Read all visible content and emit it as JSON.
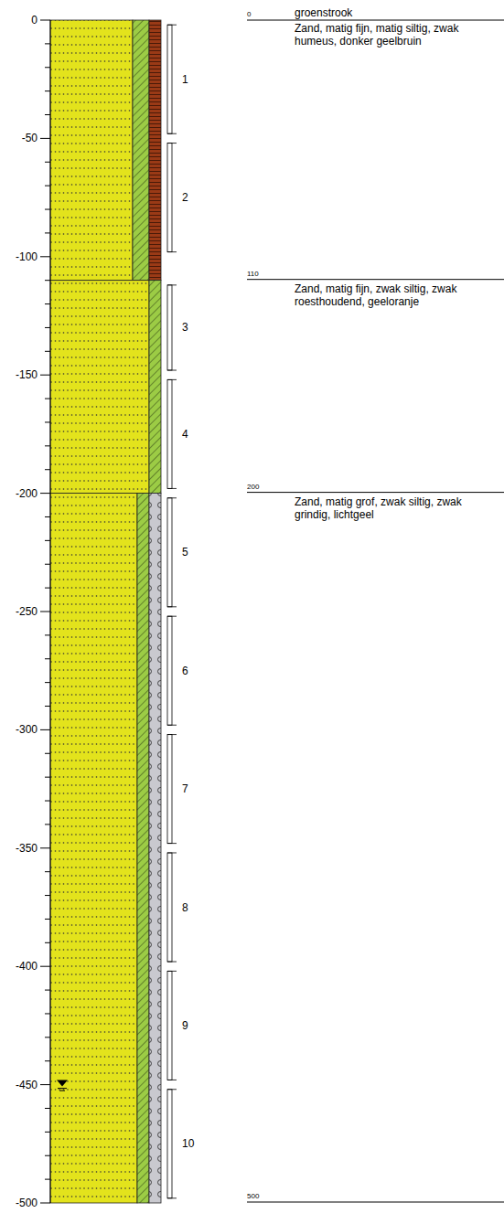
{
  "diagram": {
    "labels": [
      "0",
      "-50",
      "-100",
      "-150",
      "-200",
      "-250",
      "-300",
      "-350",
      "-400",
      "-450",
      "-500",
      "1",
      "2",
      "3",
      "4",
      "5",
      "6",
      "7",
      "8",
      "9",
      "10",
      "0",
      "groenstrook",
      "Zand, matig fijn, matig siltig, zwak humeus, donker geelbruin",
      "110",
      "Zand, matig fijn, zwak siltig, zwak roesthoudend, geeloranje",
      "200",
      "Zand, matig grof, zwak siltig, zwak grindig, lichtgeel",
      "500"
    ]
  }
}
